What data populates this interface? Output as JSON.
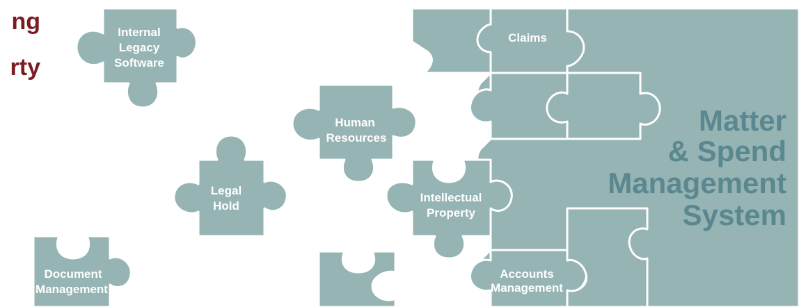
{
  "heading_fragment": [
    "ng",
    "rty"
  ],
  "main_title": [
    "Matter",
    "& Spend",
    "Management",
    "System"
  ],
  "pieces": {
    "internal_legacy_software": [
      "Internal",
      "Legacy",
      "Software"
    ],
    "human_resources": [
      "Human",
      "Resources"
    ],
    "legal_hold": [
      "Legal",
      "Hold"
    ],
    "intellectual_property": [
      "Intellectual",
      "Property"
    ],
    "document_management": [
      "Document",
      "Management"
    ],
    "claims": [
      "Claims"
    ],
    "accounts_management": [
      "Accounts",
      "Management"
    ]
  },
  "colors": {
    "piece": "#95b4b3",
    "piece_text": "#ffffff",
    "main_title": "#5a8790",
    "heading": "#7c1b22"
  }
}
